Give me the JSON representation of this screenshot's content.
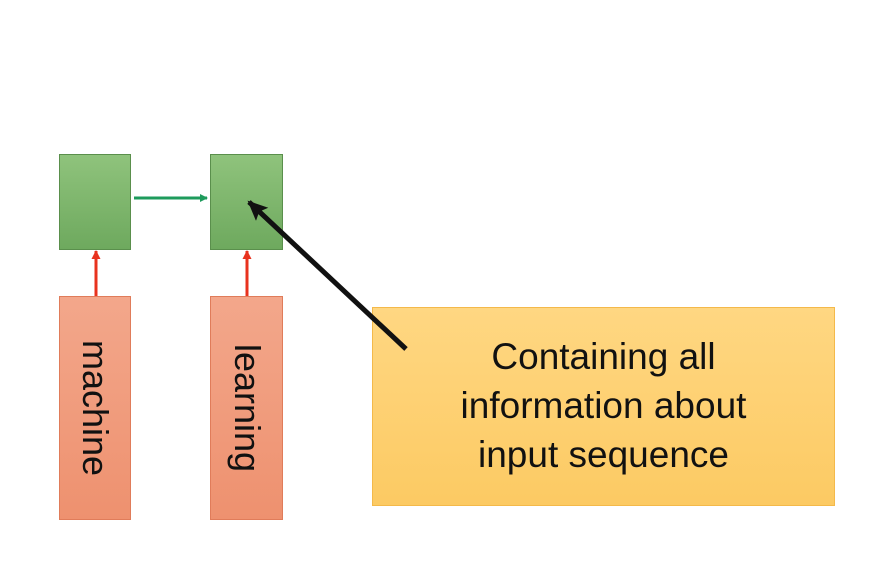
{
  "diagram": {
    "inputs": [
      {
        "word": "machine"
      },
      {
        "word": "learning"
      }
    ],
    "callout": {
      "text": "Containing all\ninformation about\ninput sequence"
    },
    "colors": {
      "hidden_state": "#7db56c",
      "input_box": "#f09c7d",
      "callout": "#fdd06f",
      "recurrent_arrow": "#1e9b5c",
      "input_arrow": "#e8321e",
      "pointer_arrow": "#111111"
    }
  }
}
